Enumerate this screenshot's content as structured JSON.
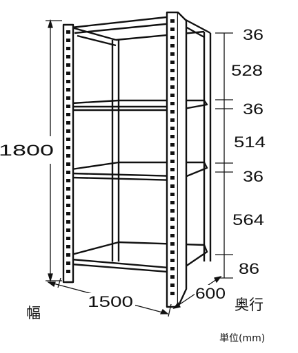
{
  "height_label": "1800",
  "width_label": "1500",
  "depth_label": "600",
  "width_caption": "幅",
  "depth_caption": "奥行",
  "unit_label": "単位(mm)",
  "right_dimensions": [
    "36",
    "528",
    "36",
    "514",
    "36",
    "564",
    "86"
  ],
  "colors": {
    "line": "#111111",
    "background": "#ffffff"
  }
}
